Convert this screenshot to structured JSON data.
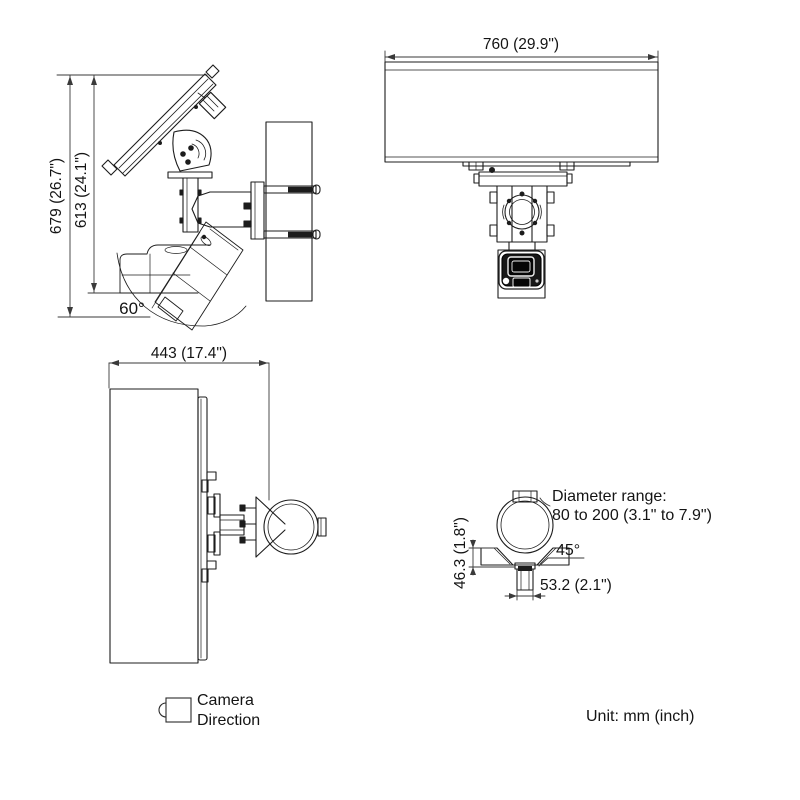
{
  "unit_note": "Unit: mm (inch)",
  "legend": {
    "line1": "Camera",
    "line2": "Direction"
  },
  "views": {
    "side": {
      "dim_total_height": "679 (26.7\")",
      "dim_mount_height": "613 (24.1\")",
      "camera_tilt_angle": "60°"
    },
    "front": {
      "dim_width": "760 (29.9\")"
    },
    "top": {
      "dim_depth": "443 (17.4\")"
    },
    "pole_clamp": {
      "dim_height": "46.3 (1.8\")",
      "clamp_angle": "45°",
      "dim_width": "53.2 (2.1\")",
      "note_line1": "Diameter range:",
      "note_line2": "80 to 200 (3.1\" to 7.9\")"
    }
  },
  "colors": {
    "line": "#1c1c1c",
    "dim_line": "#3a3a3a",
    "camera_face": "#171717",
    "background": "#ffffff"
  }
}
